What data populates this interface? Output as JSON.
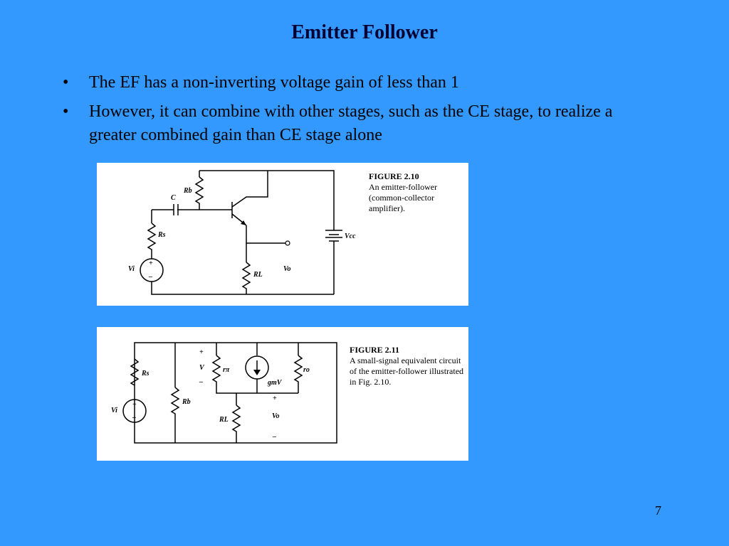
{
  "slide": {
    "title": "Emitter Follower",
    "bullets": [
      "The EF has a non-inverting voltage gain of less than 1",
      "However, it can combine with other stages, such as the CE stage, to realize a greater combined gain than CE stage alone"
    ],
    "bullet_marker": "•",
    "page_number": "7"
  },
  "figure1": {
    "caption_title": "FIGURE 2.10",
    "caption_text": "An emitter-follower (common-collector amplifier).",
    "labels": {
      "rb": "Rb",
      "c": "C",
      "rs": "Rs",
      "vi": "Vi",
      "rl": "RL",
      "vo": "Vo",
      "vcc": "Vcc",
      "plus": "+",
      "minus": "–"
    }
  },
  "figure2": {
    "caption_title": "FIGURE 2.11",
    "caption_text": "A small-signal equivalent circuit of the emitter-follower illustrated in Fig. 2.10.",
    "labels": {
      "rs": "Rs",
      "vi": "Vi",
      "rb": "Rb",
      "rpi": "rπ",
      "v": "V",
      "gmv": "gmV",
      "ro": "ro",
      "rl": "RL",
      "vo": "Vo",
      "plus": "+",
      "minus": "–"
    }
  }
}
